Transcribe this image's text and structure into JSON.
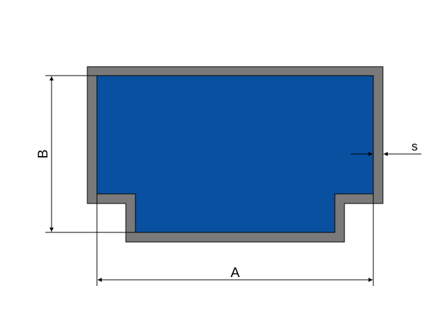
{
  "labels": {
    "width": "A",
    "height": "B",
    "thickness": "s"
  },
  "colors": {
    "wall": "#7a7a7a",
    "fill": "#0a50a0",
    "outline": "#000000",
    "background": "#ffffff"
  }
}
